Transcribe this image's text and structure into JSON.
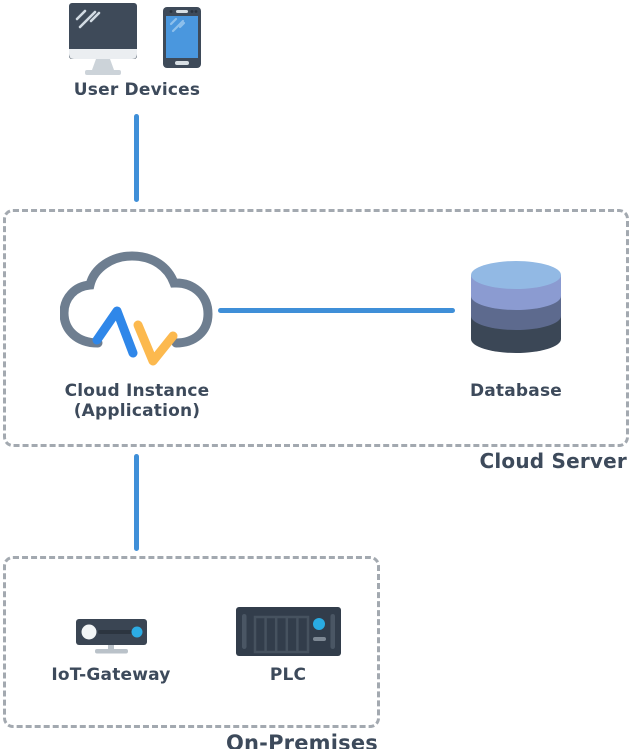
{
  "diagram_title": "IoT cloud architecture diagram",
  "nodes": {
    "user_devices": {
      "label": "User Devices"
    },
    "cloud_instance": {
      "label_line1": "Cloud Instance",
      "label_line2": "(Application)"
    },
    "database": {
      "label": "Database"
    },
    "iot_gateway": {
      "label": "IoT-Gateway"
    },
    "plc": {
      "label": "PLC"
    }
  },
  "zones": {
    "cloud_server": {
      "label": "Cloud Server"
    },
    "on_premises": {
      "label": "On-Premises"
    }
  },
  "connections": [
    {
      "from": "user_devices",
      "to": "cloud_instance",
      "orientation": "vertical"
    },
    {
      "from": "cloud_instance",
      "to": "database",
      "orientation": "horizontal"
    },
    {
      "from": "cloud_instance",
      "to": "on_premises",
      "orientation": "vertical"
    }
  ],
  "icons": {
    "user_devices": [
      "monitor-icon",
      "smartphone-icon"
    ],
    "cloud_instance": "cloud-logo-icon",
    "database": "database-cylinder-icon",
    "iot_gateway": "iot-gateway-icon",
    "plc": "plc-rack-icon"
  },
  "colors": {
    "text": "#3d4a5b",
    "connector_blue": "#3f8fd8",
    "zone_border_gray": "#a3a9b0",
    "cloud_outline": "#6e7e90",
    "logo_blue": "#2f87e9",
    "logo_orange": "#fcb94e",
    "device_dark_slate": "#3e4a59",
    "phone_screen_blue": "#4a97de",
    "status_dot_blue": "#29abe2",
    "db_top": "#92b9e4",
    "db_band1": "#8b9bd1",
    "db_band2": "#5d6a8e",
    "db_band3": "#3b4756",
    "stand_gray": "#ccd3d9",
    "background": "#ffffff"
  }
}
